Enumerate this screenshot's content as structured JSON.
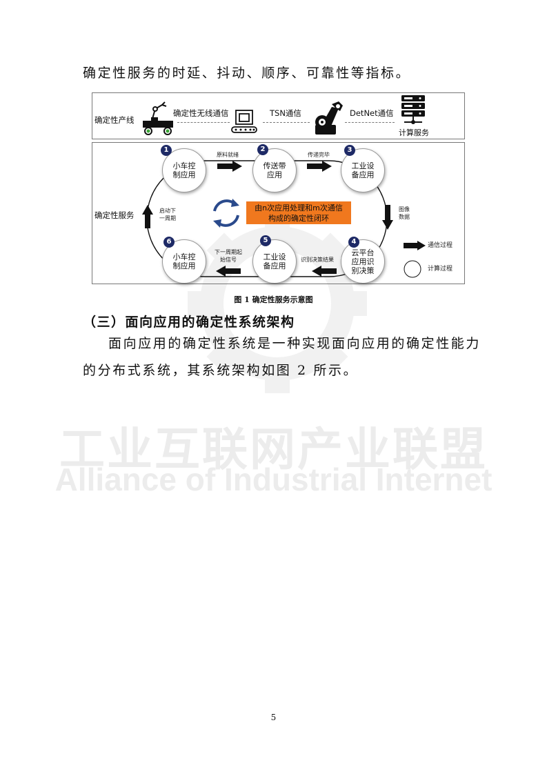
{
  "text": {
    "para1": "确定性服务的时延、抖动、顺序、可靠性等指标。",
    "section_heading": "（三）面向应用的确定性系统架构",
    "para2_line1": "面向应用的确定性系统是一种实现面向应用的确定性能力",
    "para2_line2": "的分布式系统，其系统架构如图 2 所示。",
    "caption": "图 1  确定性服务示意图",
    "page_number": "5"
  },
  "watermark": {
    "cn": "工业互联网产业联盟",
    "en": "Alliance of Industrial Internet"
  },
  "figure": {
    "top": {
      "row_label": "确定性产线",
      "link1": "确定性无线通信",
      "link2": "TSN通信",
      "link3": "DetNet通信",
      "server_label": "计算服务"
    },
    "bottom": {
      "row_label": "确定性服务",
      "center_text_line1": "由n次应用处理和m次通信",
      "center_text_line2": "构成的确定性闭环",
      "nodes": [
        {
          "num": "1",
          "line1": "小车控",
          "line2": "制应用",
          "line3": ""
        },
        {
          "num": "2",
          "line1": "传送带",
          "line2": "应用",
          "line3": ""
        },
        {
          "num": "3",
          "line1": "工业设",
          "line2": "备应用",
          "line3": ""
        },
        {
          "num": "4",
          "line1": "云平台",
          "line2": "应用识",
          "line3": "别决策"
        },
        {
          "num": "5",
          "line1": "工业设",
          "line2": "备应用",
          "line3": ""
        },
        {
          "num": "6",
          "line1": "小车控",
          "line2": "制应用",
          "line3": ""
        }
      ],
      "arrows": {
        "a12": "原料就绪",
        "a23": "传递完毕",
        "a34_line1": "图像",
        "a34_line2": "数据",
        "a45": "识别决策结果",
        "a56_line1": "下一周期起",
        "a56_line2": "始信号",
        "a61_line1": "启动下",
        "a61_line2": "一周期"
      },
      "legend": {
        "comm": "通信过程",
        "compute": "计算过程"
      }
    }
  }
}
